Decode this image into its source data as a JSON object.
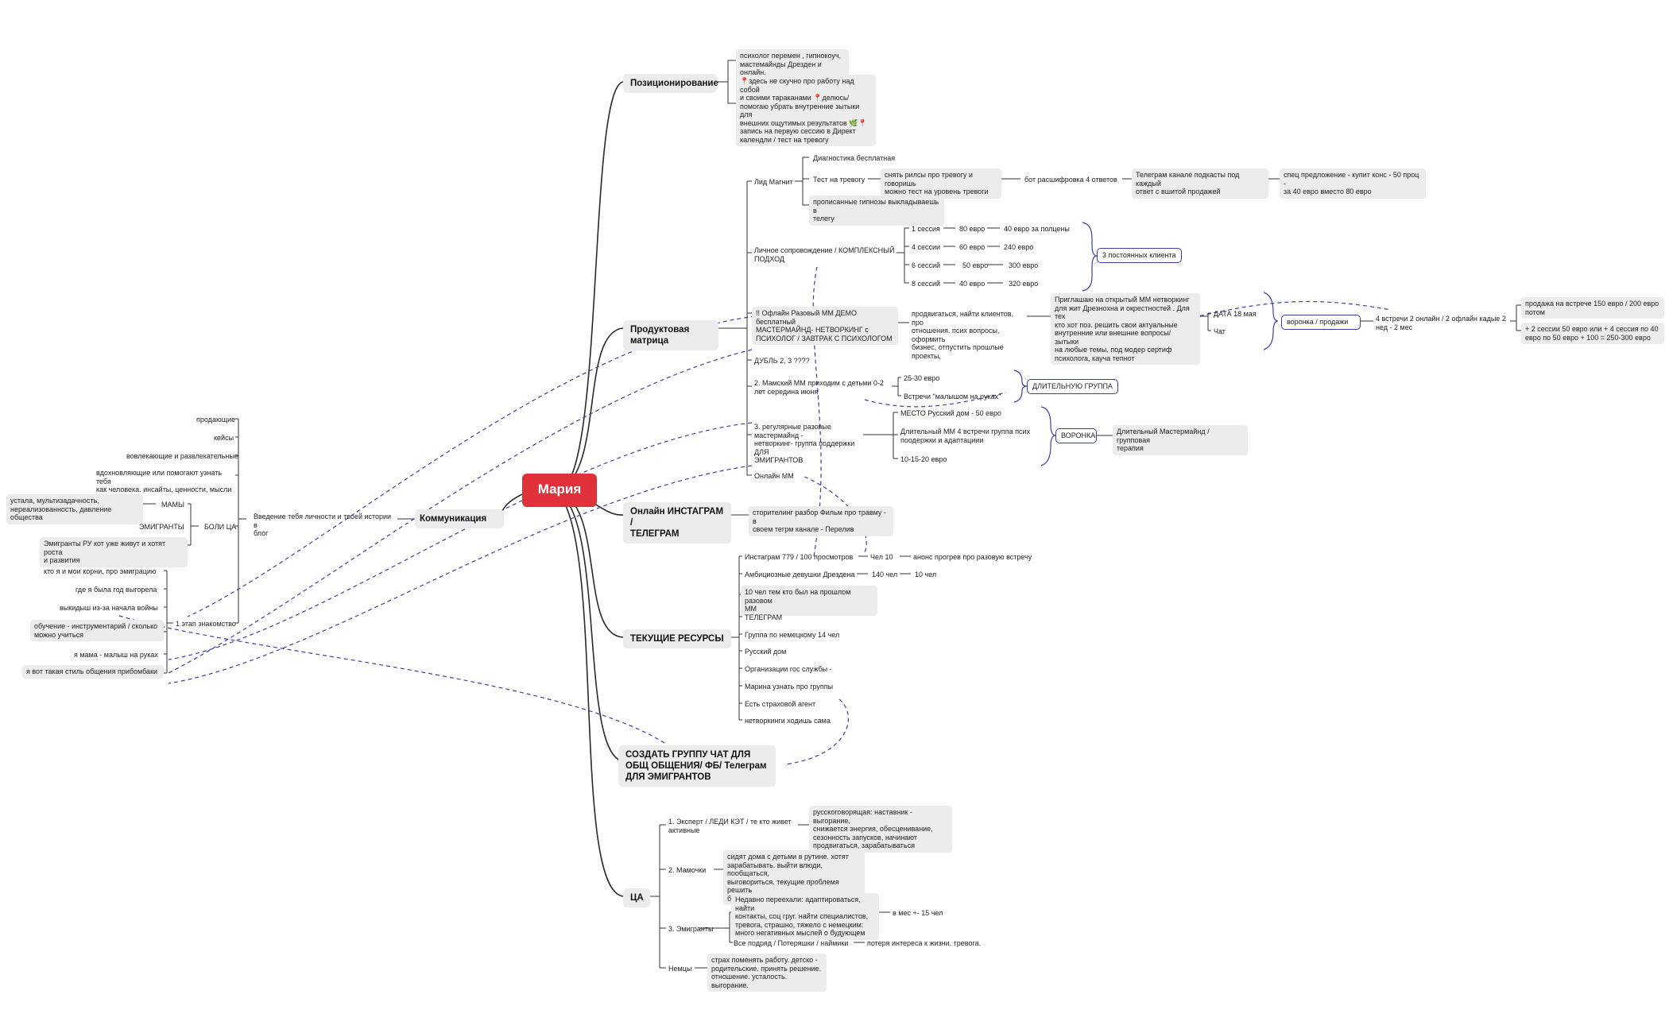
{
  "root": {
    "label": "Мария"
  },
  "colors": {
    "root": "#e0313b",
    "node_bg": "#ececec",
    "line": "#2a2a2a",
    "relation": "#3b3fa8"
  },
  "branches": {
    "positioning": {
      "label": "Позиционирование",
      "items": [
        "психолог перемен , гипнокоуч,\nмастемайнды Дрезден и онлайн,",
        "📍здесь не скучно про работу над собой\nи своими тараканами 📍делюсь/\nпомогаю убрать внутренние зытыки для\nвнешних ощутимых результатов 🌿📍\nзапись на первую сессию в Директ\nкалендли  / тест на тревогу"
      ]
    },
    "product": {
      "label": "Продуктовая матрица",
      "lead": {
        "label": "Лид Магнит",
        "diag": "Диагностика бесплатная",
        "test": "Тест на тревогу",
        "test_chain": [
          "снять рилсы про тревогу и говоришь\nможно тест на уровень тревоги",
          "бот расшифровка 4 ответов",
          "Телеграм канале подкасты под каждый\nответ с вшитой продажей",
          "спец предложение - купит конс - 50 проц -\nза 40 евро вместо 80 евро"
        ],
        "hypno": "прописанные гипнозы выкладываешь в\nтелегу"
      },
      "personal": {
        "label": "Личное сопровождение / КОМПЛЕКСНЫЙ\nПОДХОД",
        "rows": [
          [
            "1 сессия",
            "80 евро",
            "40 евро  за полцены"
          ],
          [
            "4 сессии",
            "60 евро",
            "240 евро"
          ],
          [
            "6 сессий",
            "50 евро",
            "300 евро"
          ],
          [
            "8 сессий",
            "40 евро",
            "320 евро"
          ]
        ],
        "summary": "3 постоянных клиента"
      },
      "offline": {
        "label": "!! Офлайн Разовый ММ ДЕМО бесплатный\nМАСТЕРМАЙНД- НЕТВОРКИНГ с\nПСИХОЛОГ / ЗАВТРАК С ПСИХОЛОГОМ",
        "detail": "продвигаться, найти клиентов, про\nотношения. псих вопросы, оформить\nбизнес, отпустить прошлые проекты,",
        "invite": "Приглашаю на открытый ММ нетворкинг\nдля жит Дрезнохна и окрестностей . Для тех\nкто хот поз. решить свои актуальные\nвнутренние или внешние вопросы/ зытыки\nна любые темы,  под модер сертиф\nпсихолога, кауча тепнот",
        "date": "ДАТА  18 мая",
        "chat": "Чат",
        "funnel": "воронка / продажи",
        "plan": "4 встречи 2 онлайн / 2 офлайн кадые 2\nнед - 2 мес",
        "sale1": "продажа на встрече 150 евро / 200 евро\nпотом",
        "sale2": "+ 2 сессии 50 евро  или + 4 сессия по 40\nевро по 50  евро  + 100 = 250-300 евро"
      },
      "double": "ДУБЛЬ 2, 3 ????",
      "moms": {
        "label": "2. Мамский ММ приходим с детьми 0-2\nлет  середина июня",
        "price": "25-30 евро",
        "meet": "Встречи \"малышом на руках\"",
        "long": "ДЛИТЕЛЬНУЮ ГРУППА"
      },
      "regular": {
        "label": "3. регулярные разовые мастермайнд -\nнетворкинг- группа поддержки ДЛЯ\nЭМИГРАНТОВ",
        "place": "МЕСТО Русский дом - 50 евро",
        "long": "Длительный ММ  4 встречи группа псих\nпоодержки и адаптациии",
        "price": "10-15-20 евро",
        "funnel": "ВОРОНКА",
        "result": "Длительный Мастермайнд / групповая\nтерапия"
      },
      "online": "Онлайн ММ"
    },
    "insta": {
      "label": "Онлайн ИНСТАГРАМ /\nТЕЛЕГРАМ",
      "item": "сторителинг разбор Фильм про травму - в\nсвоем тегрм канале - Перелив"
    },
    "resources": {
      "label": "ТЕКУЩИЕ РЕСУРСЫ",
      "insta": "Инстаграм 779 / 100 просмотров",
      "insta_people": "Чел 10",
      "insta_note": "анонс прогрев про разовую встречу",
      "girls": "Амбициозные девушки Дрездена",
      "girls_people": "140 чел",
      "girls_more": "10 чел",
      "items": [
        "10 чел тем кто был на прошлом разовом\nММ",
        "ТЕЛЕГРАМ",
        "Группа по немецкому 14 чел",
        "Русский дом",
        "Организации гос службы -",
        "Марина узнать про группы",
        "Есть страховой агент",
        "нетворкинги ходишь сама"
      ]
    },
    "chat": {
      "label": "СОЗДАТЬ ГРУППУ ЧАТ ДЛЯ\nОБЩ ОБЩЕНИЯ/ ФБ/ Телеграм\nДЛЯ ЭМИГРАНТОВ"
    },
    "ca": {
      "label": "ЦА",
      "expert": "1. Эксперт / ЛЕДИ КЭТ / те кто живет\nактивные",
      "expert_note": "русскоговорящая: наставник - выгорание,\nснижается энергия, обесценивание,\nсезонность запусков, начинают\nпродвигаться, зарабатываться",
      "moms": "2. Мамочки",
      "moms_note": "сидят дома с детьми в рутине. хотят\nзарабатывать. выйти влюди, пообщаться,\nвыговориться. текущие проблемя решить\nбытовые и псих",
      "emig": "3. Эмигранты",
      "emig_note1": "Недавно переехали: адаптироваться, найти\nконтакты, соц груг. найти специалистов,\nтревога, страшно, тяжело с немецким:\nмного негативных мыслей о будующем",
      "emig_note1b": "в мес +- 15 чел",
      "emig_note2": "Все подряд / Потеряшки / наймики",
      "emig_note2b": "потеря интереса к жизни. тревога.",
      "germans": "Немцы",
      "germans_note": "страх поменять работу. детско -\nродительские. принять решение.\nотношение. усталость. выгорание."
    },
    "comm": {
      "label": "Коммуникация",
      "intro": "Введение тебя личности и твоей истории в\nблог",
      "kinds": [
        "продающие",
        "кейсы",
        "вовлекающие и развлекательные",
        "вдохновляющие или помогают узнать тебя\nкак человека. инсайты, ценности, мысли"
      ],
      "pains": "БОЛИ ЦА",
      "moms": "МАМЫ",
      "moms_note": "устала, мультизадачность,\nнереализованность, давление общества",
      "emig": "ЭМИГРАНТЫ",
      "emig_note": "Эмигранты РУ кот уже живут и хотят роста\nи развития",
      "stage": "1 этап знакомство",
      "stage_items": [
        "кто я и мои корни, про эмиграцию",
        "где я была год выгорела",
        "выкидыш из-за начала войны",
        "обучение - инструментарий / сколько\nможно учиться",
        "я мама - малыш на руках",
        "я вот такая стиль общения прибомбаки"
      ]
    }
  }
}
